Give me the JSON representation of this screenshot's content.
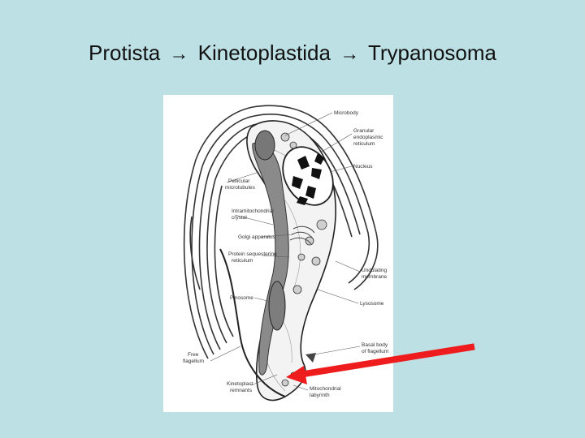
{
  "title": {
    "part1": "Protista",
    "part2": "Kinetoplastida",
    "part3": "Trypanosoma",
    "arrow": "→"
  },
  "labels": {
    "microbody": "Microbody",
    "granular_er_1": "Granular",
    "granular_er_2": "endoplasmic",
    "granular_er_3": "reticulum",
    "nucleus": "Nucleus",
    "pellicular_1": "Pellicular",
    "pellicular_2": "microtubules",
    "intramito_1": "Intramitochondrial",
    "intramito_2": "crystal",
    "golgi": "Golgi apparatus",
    "protein_seq_1": "Protein sequestering",
    "protein_seq_2": "reticulum",
    "undulating_1": "Undulating",
    "undulating_2": "membrane",
    "pinosome": "Pinosome",
    "lysosome": "Lysosome",
    "basal_1": "Basal body",
    "basal_2": "of flagellum",
    "free_flag_1": "Free",
    "free_flag_2": "flagellum",
    "kineto_1": "Kinetoplast",
    "kineto_2": "remnants",
    "mito_lab_1": "Mitochondrial",
    "mito_lab_2": "labyrinth"
  },
  "colors": {
    "background": "#bde0e5",
    "pointer_arrow": "#ee1c1c"
  }
}
